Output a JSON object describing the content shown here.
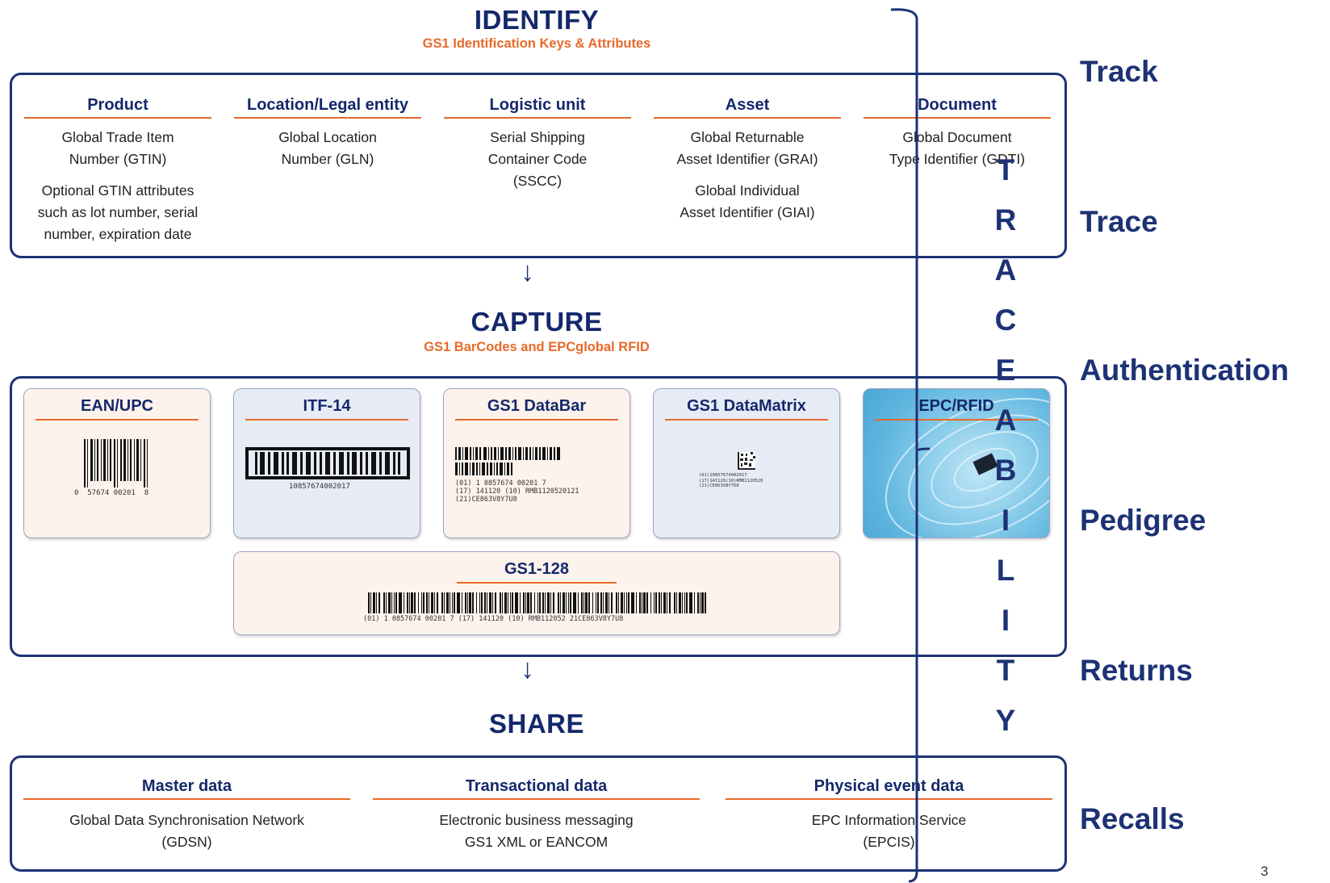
{
  "identify": {
    "title": "IDENTIFY",
    "subtitle": "GS1 Identification Keys & Attributes",
    "columns": [
      {
        "head": "Product",
        "lines": [
          "Global Trade Item",
          "Number (GTIN)"
        ],
        "extra": [
          "Optional GTIN attributes",
          "such as lot number, serial",
          "number, expiration date"
        ]
      },
      {
        "head": "Location/Legal entity",
        "lines": [
          "Global Location",
          "Number (GLN)"
        ]
      },
      {
        "head": "Logistic unit",
        "lines": [
          "Serial Shipping",
          "Container Code",
          "(SSCC)"
        ]
      },
      {
        "head": "Asset",
        "lines": [
          "Global Returnable",
          "Asset Identifier (GRAI)"
        ],
        "extra": [
          "Global Individual",
          "Asset Identifier (GIAI)"
        ]
      },
      {
        "head": "Document",
        "lines": [
          "Global Document",
          "Type Identifier (GDTI)"
        ]
      }
    ]
  },
  "capture": {
    "title": "CAPTURE",
    "subtitle": "GS1 BarCodes and EPCglobal RFID",
    "cards": [
      {
        "title": "EAN/UPC",
        "code": "0  57674 00201  8"
      },
      {
        "title": "ITF-14",
        "code": "10857674002017"
      },
      {
        "title": "GS1 DataBar",
        "code": "(01) 1 0857674 00201 7\n(17) 141120 (10) RMB1120520121\n(21)CE863V8Y7U8"
      },
      {
        "title": "GS1 DataMatrix",
        "code": "(01)10857674002017\n(17)141120(10)RMB1120520\n(21)CE863V8Y7U8"
      },
      {
        "title": "EPC/RFID"
      }
    ],
    "wide_card": {
      "title": "GS1-128",
      "code": "(01) 1 0857674 00201 7 (17) 141120 (10) RMB112052 21CE863V8Y7U8"
    }
  },
  "share": {
    "title": "SHARE",
    "columns": [
      {
        "head": "Master data",
        "lines": [
          "Global Data Synchronisation Network",
          "(GDSN)"
        ]
      },
      {
        "head": "Transactional data",
        "lines": [
          "Electronic business messaging",
          "GS1 XML or EANCOM"
        ]
      },
      {
        "head": "Physical event data",
        "lines": [
          "EPC Information Service",
          "(EPCIS)"
        ]
      }
    ]
  },
  "arrow_glyph": "↓",
  "traceability_letters": [
    "T",
    "R",
    "A",
    "C",
    "E",
    "A",
    "B",
    "I",
    "L",
    "I",
    "T",
    "Y"
  ],
  "right_labels": [
    "Track",
    "Trace",
    "Authentication",
    "Pedigree",
    "Returns",
    "Recalls"
  ],
  "page_number": "3",
  "colors": {
    "navy": "#1d3275",
    "orange": "#e8692a",
    "peach": "#fdf3ec",
    "blue_card": "#e6ebf6"
  }
}
